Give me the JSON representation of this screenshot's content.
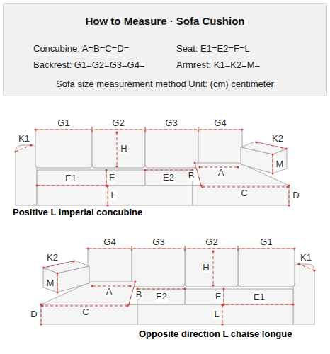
{
  "diagram": {
    "nodes": [
      {
        "text": [
          "How to Measure · Sofa Cushion",
          "Concubine: A=B=C=D=",
          "Seat: E1=E2=F=L",
          "Backrest: G1=G2=G3=G4=",
          "Armrest: K1=K2=M=",
          "Sofa size measurement method Unit: (cm) centimeter"
        ]
      }
    ],
    "labels": [
      "G1",
      "G2",
      "G3",
      "G4",
      "K1",
      "H",
      "K2",
      "M",
      "A",
      "B",
      "F",
      "E2",
      "E1",
      "L",
      "C",
      "D",
      "Positive L imperial concubine",
      "G4",
      "G3",
      "G2",
      "G1",
      "K2",
      "K1",
      "H",
      "M",
      "A",
      "B",
      "E2",
      "F",
      "E1",
      "D",
      "C",
      "L",
      "Opposite direction L chaise longue"
    ]
  }
}
